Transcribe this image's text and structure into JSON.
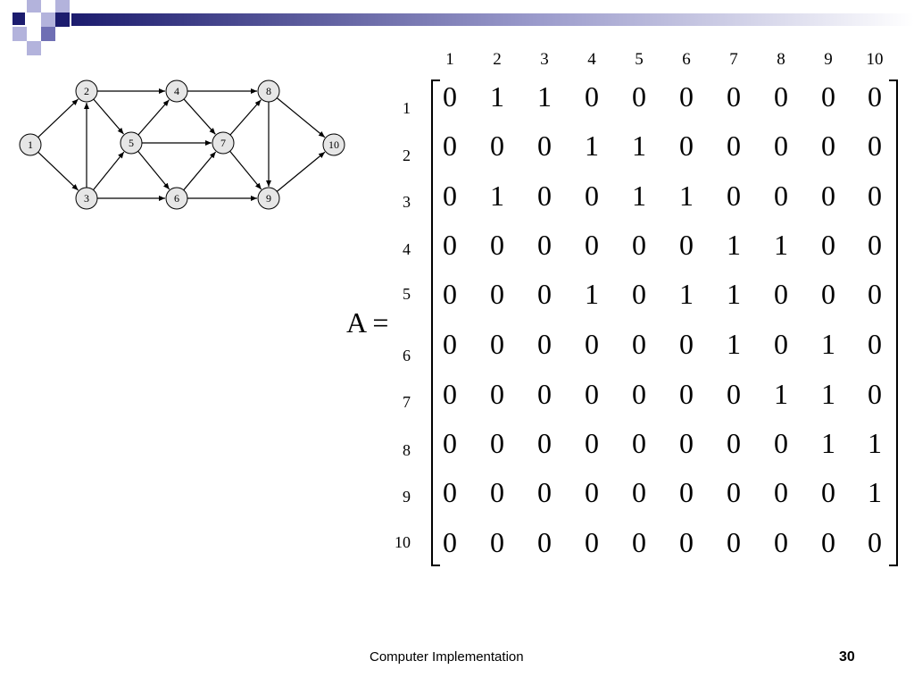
{
  "theme": {
    "deco_dark": "#1c1c6e",
    "deco_mid": "#6f6fb4",
    "deco_light": "#b3b3dc",
    "node_fill": "#e6e6e6"
  },
  "graph": {
    "nodes": [
      "1",
      "2",
      "3",
      "4",
      "5",
      "6",
      "7",
      "8",
      "9",
      "10"
    ],
    "edges": [
      [
        "1",
        "2"
      ],
      [
        "1",
        "3"
      ],
      [
        "3",
        "2"
      ],
      [
        "2",
        "4"
      ],
      [
        "2",
        "5"
      ],
      [
        "3",
        "5"
      ],
      [
        "3",
        "6"
      ],
      [
        "5",
        "4"
      ],
      [
        "5",
        "7"
      ],
      [
        "5",
        "6"
      ],
      [
        "4",
        "7"
      ],
      [
        "4",
        "8"
      ],
      [
        "6",
        "7"
      ],
      [
        "6",
        "9"
      ],
      [
        "7",
        "8"
      ],
      [
        "7",
        "9"
      ],
      [
        "8",
        "9"
      ],
      [
        "8",
        "10"
      ],
      [
        "9",
        "10"
      ]
    ]
  },
  "matrix": {
    "label": "A =",
    "col_headers": [
      "1",
      "2",
      "3",
      "4",
      "5",
      "6",
      "7",
      "8",
      "9",
      "10"
    ],
    "row_headers": [
      "1",
      "2",
      "3",
      "4",
      "5",
      "6",
      "7",
      "8",
      "9",
      "10"
    ],
    "rows": [
      [
        "0",
        "1",
        "1",
        "0",
        "0",
        "0",
        "0",
        "0",
        "0",
        "0"
      ],
      [
        "0",
        "0",
        "0",
        "1",
        "1",
        "0",
        "0",
        "0",
        "0",
        "0"
      ],
      [
        "0",
        "1",
        "0",
        "0",
        "1",
        "1",
        "0",
        "0",
        "0",
        "0"
      ],
      [
        "0",
        "0",
        "0",
        "0",
        "0",
        "0",
        "1",
        "1",
        "0",
        "0"
      ],
      [
        "0",
        "0",
        "0",
        "1",
        "0",
        "1",
        "1",
        "0",
        "0",
        "0"
      ],
      [
        "0",
        "0",
        "0",
        "0",
        "0",
        "0",
        "1",
        "0",
        "1",
        "0"
      ],
      [
        "0",
        "0",
        "0",
        "0",
        "0",
        "0",
        "0",
        "1",
        "1",
        "0"
      ],
      [
        "0",
        "0",
        "0",
        "0",
        "0",
        "0",
        "0",
        "0",
        "1",
        "1"
      ],
      [
        "0",
        "0",
        "0",
        "0",
        "0",
        "0",
        "0",
        "0",
        "0",
        "1"
      ],
      [
        "0",
        "0",
        "0",
        "0",
        "0",
        "0",
        "0",
        "0",
        "0",
        "0"
      ]
    ]
  },
  "footer": {
    "title": "Computer Implementation",
    "page_number": "30"
  }
}
